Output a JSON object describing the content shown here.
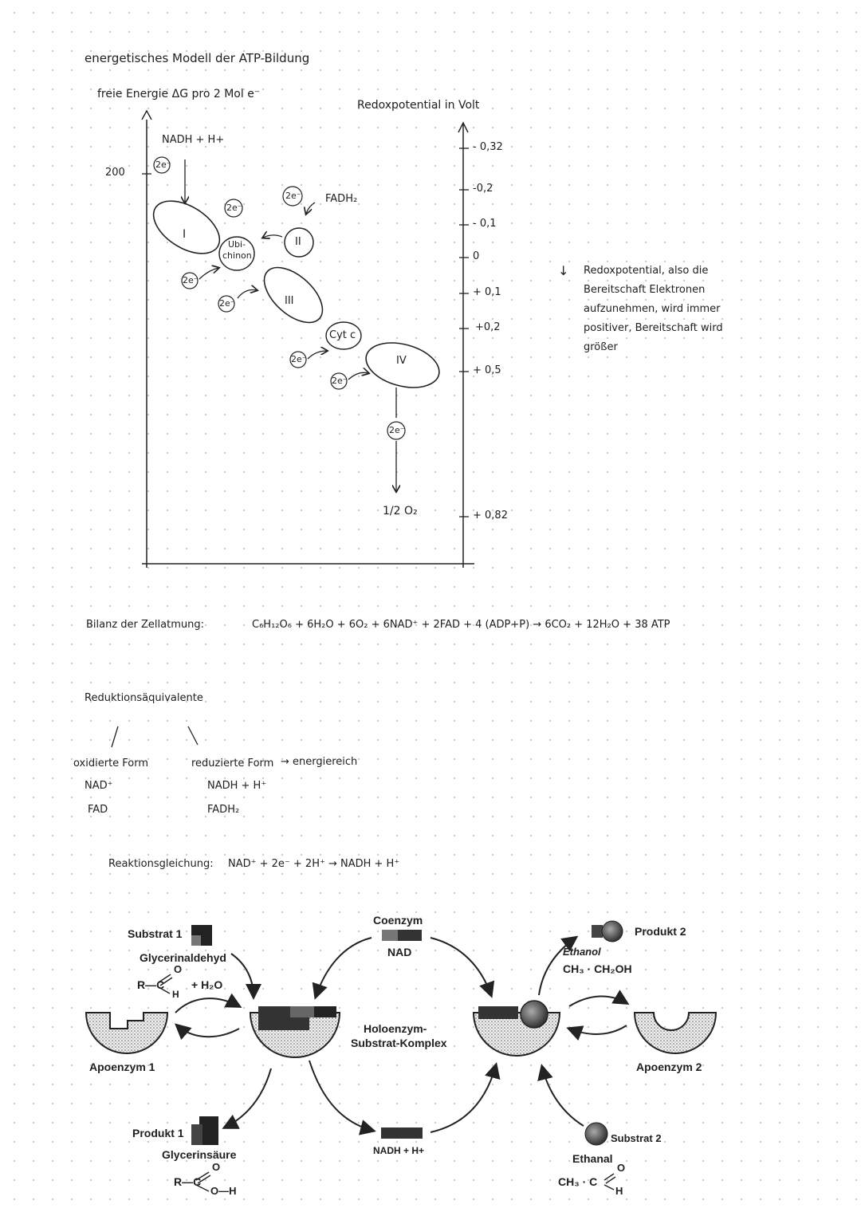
{
  "energy_model": {
    "title": "energetisches Modell der ATP-Bildung",
    "y_axis_label": "freie Energie ΔG pro 2 Mol e⁻",
    "y_tick": "200",
    "right_axis_label": "Redoxpotential in Volt",
    "right_ticks": [
      "- 0,32",
      "-0,2",
      "- 0,1",
      "0",
      "+ 0,1",
      "+0,2",
      "+ 0,5",
      "+ 0,82"
    ],
    "nadh": "NADH + H+",
    "fadh2": "FADH₂",
    "electrons": "2e⁻",
    "complex_1": "I",
    "complex_2": "II",
    "complex_3": "III",
    "complex_4": "IV",
    "ubichinon_line1": "Ubi-",
    "ubichinon_line2": "chinon",
    "cytc": "Cyt c",
    "oxygen": "1/2 O₂",
    "note_arrow": "↓",
    "note_lines": [
      "Redoxpotential, also die",
      "Bereitschaft Elektronen",
      "aufzunehmen, wird immer",
      "positiver, Bereitschaft wird",
      "größer"
    ]
  },
  "bilanz": {
    "label": "Bilanz der Zellatmung:",
    "equation": "C₆H₁₂O₆ + 6H₂O + 6O₂ + 6NAD⁺ + 2FAD + 4 (ADP+P) → 6CO₂ + 12H₂O + 38 ATP"
  },
  "reduktion": {
    "title": "Reduktionsäquivalente",
    "oxidized_label": "oxidierte Form",
    "oxidized_items": [
      "NAD⁺",
      "FAD"
    ],
    "reduced_label": "reduzierte Form",
    "reduced_items": [
      "NADH + H⁺",
      "FADH₂"
    ],
    "energy_note": "→ energiereich",
    "reaction_label": "Reaktionsgleichung:",
    "reaction": "NAD⁺ + 2e⁻ + 2H⁺ → NADH + H⁺"
  },
  "enzyme_diagram": {
    "substrat1": "Substrat 1",
    "glycerinaldehyd": "Glycerinaldehyd",
    "formula_aldehyde": "R—C",
    "water": "+ H₂O",
    "apoenzym1": "Apoenzym 1",
    "produkt1": "Produkt 1",
    "glycerinsaeure": "Glycerinsäure",
    "formula_acid": "R—C",
    "coenzym": "Coenzym",
    "nad": "NAD",
    "holoenzym_line1": "Holoenzym-",
    "holoenzym_line2": "Substrat-Komplex",
    "nadh": "NADH + H+",
    "produkt2": "Produkt 2",
    "ethanol": "Ethanol",
    "ethanol_formula": "CH₃ · CH₂OH",
    "apoenzym2": "Apoenzym 2",
    "substrat2": "Substrat 2",
    "ethanal": "Ethanal",
    "ethanal_formula": "CH₃ · C",
    "atom_o": "O",
    "atom_h": "H",
    "atom_oh": "O—H"
  }
}
